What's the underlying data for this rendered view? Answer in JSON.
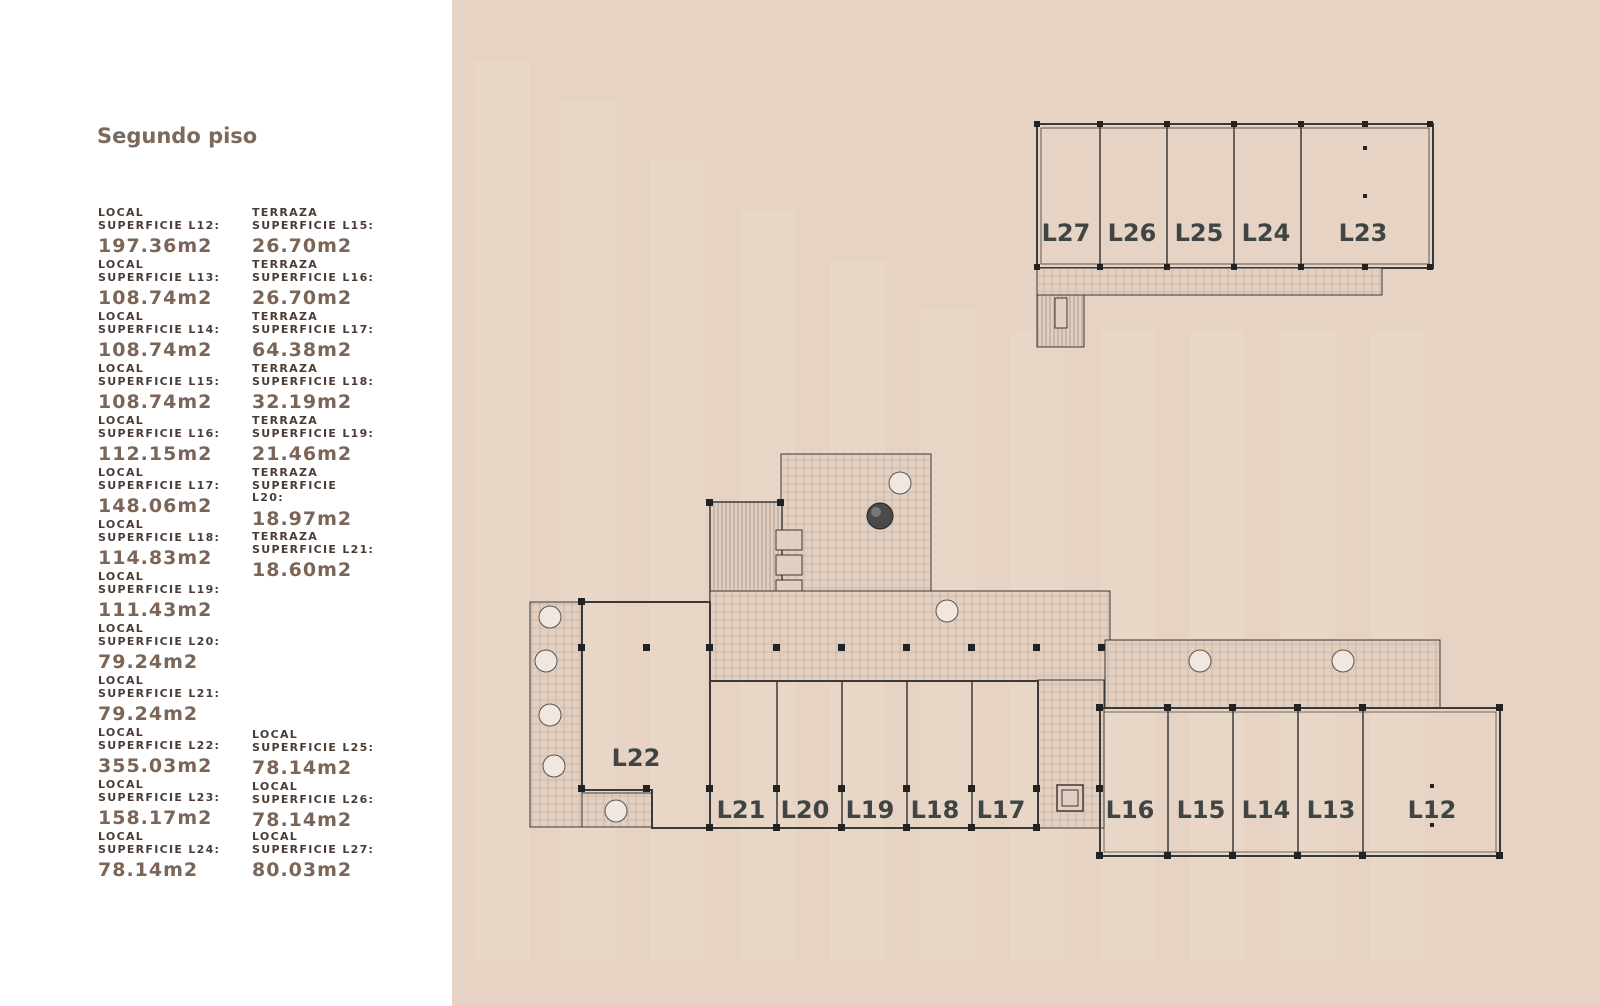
{
  "title": "Segundo piso",
  "specs_left": [
    {
      "type": "LOCAL",
      "label": "SUPERFICIE L12:",
      "value": "197.36m2"
    },
    {
      "type": "LOCAL",
      "label": "SUPERFICIE L13:",
      "value": "108.74m2"
    },
    {
      "type": "LOCAL",
      "label": "SUPERFICIE L14:",
      "value": "108.74m2"
    },
    {
      "type": "LOCAL",
      "label": "SUPERFICIE L15:",
      "value": "108.74m2"
    },
    {
      "type": "LOCAL",
      "label": "SUPERFICIE L16:",
      "value": "112.15m2"
    },
    {
      "type": "LOCAL",
      "label": "SUPERFICIE L17:",
      "value": "148.06m2"
    },
    {
      "type": "LOCAL",
      "label": "SUPERFICIE L18:",
      "value": "114.83m2"
    },
    {
      "type": "LOCAL",
      "label": "SUPERFICIE L19:",
      "value": "111.43m2"
    },
    {
      "type": "LOCAL",
      "label": "SUPERFICIE L20:",
      "value": "79.24m2"
    },
    {
      "type": "LOCAL",
      "label": "SUPERFICIE L21:",
      "value": "79.24m2"
    },
    {
      "type": "LOCAL",
      "label": "SUPERFICIE L22:",
      "value": "355.03m2"
    },
    {
      "type": "LOCAL",
      "label": "SUPERFICIE L23:",
      "value": "158.17m2"
    },
    {
      "type": "LOCAL",
      "label": "SUPERFICIE L24:",
      "value": "78.14m2"
    }
  ],
  "specs_right": [
    {
      "type": "TERRAZA",
      "label": "SUPERFICIE L15:",
      "value": "26.70m2"
    },
    {
      "type": "TERRAZA",
      "label": "SUPERFICIE L16:",
      "value": "26.70m2"
    },
    {
      "type": "TERRAZA",
      "label": "SUPERFICIE L17:",
      "value": "64.38m2"
    },
    {
      "type": "TERRAZA",
      "label": "SUPERFICIE L18:",
      "value": "32.19m2"
    },
    {
      "type": "TERRAZA",
      "label": "SUPERFICIE L19:",
      "value": "21.46m2"
    },
    {
      "type": "TERRAZA",
      "label": "SUPERFICIE L20:",
      "value": "18.97m2"
    },
    {
      "type": "TERRAZA",
      "label": "SUPERFICIE L21:",
      "value": "18.60m2"
    }
  ],
  "specs_right_bottom": [
    {
      "type": "LOCAL",
      "label": "SUPERFICIE L25:",
      "value": "78.14m2"
    },
    {
      "type": "LOCAL",
      "label": "SUPERFICIE L26:",
      "value": "78.14m2"
    },
    {
      "type": "LOCAL",
      "label": "SUPERFICIE L27:",
      "value": "80.03m2"
    }
  ],
  "plan": {
    "top_units": [
      "L27",
      "L26",
      "L25",
      "L24",
      "L23"
    ],
    "bottom_units": [
      "L21",
      "L20",
      "L19",
      "L18",
      "L17",
      "L16",
      "L15",
      "L14",
      "L13",
      "L12"
    ],
    "big_unit": "L22",
    "colors": {
      "background": "#e6d3c4",
      "line": "#3a3a3a",
      "label": "#3f4444",
      "text_value": "#7a6558"
    }
  }
}
